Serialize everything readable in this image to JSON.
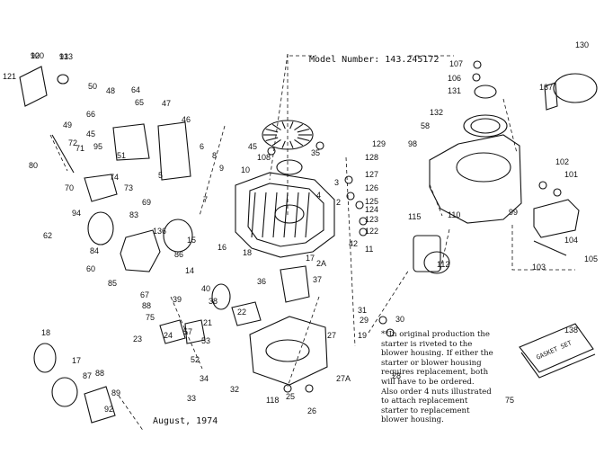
{
  "model_number": "Model Number: 143.245172",
  "date": "August, 1974",
  "gasket_set": "GASKET SET",
  "gasket_set_number": "138",
  "gasket_set_sub": "75",
  "note_lines": [
    "**In original production the",
    "starter is riveted to the",
    "blower housing. If either the",
    "starter or blower housing",
    "requires replacement, both",
    "will have to be ordered.",
    "Also order 4 nuts illustrated",
    "to attach replacement",
    "starter to replacement",
    "blower housing."
  ],
  "callouts": [
    "120",
    "133",
    "121",
    "50",
    "48",
    "64",
    "65",
    "66",
    "45",
    "49",
    "47",
    "46",
    "80",
    "72",
    "71",
    "95",
    "51",
    "74",
    "73",
    "70",
    "69",
    "94",
    "83",
    "6",
    "8",
    "9",
    "10",
    "5",
    "7",
    "4",
    "3",
    "2",
    "45",
    "108",
    "35",
    "129",
    "128",
    "127",
    "126",
    "125",
    "124",
    "123",
    "122",
    "115",
    "112",
    "110",
    "99",
    "102",
    "101",
    "104",
    "103",
    "105",
    "107",
    "106",
    "131",
    "137",
    "130",
    "132",
    "98",
    "58",
    "62",
    "84",
    "60",
    "85",
    "136",
    "86",
    "15",
    "14",
    "16",
    "18",
    "17",
    "2A",
    "36",
    "37",
    "42",
    "11",
    "67",
    "88",
    "75",
    "39",
    "40",
    "38",
    "21",
    "22",
    "23",
    "24",
    "57",
    "53",
    "52",
    "34",
    "33",
    "32",
    "118",
    "25",
    "26",
    "27",
    "27A",
    "28",
    "30",
    "29",
    "31",
    "19",
    "18",
    "17",
    "87",
    "88",
    "89",
    "92",
    "90",
    "91"
  ]
}
